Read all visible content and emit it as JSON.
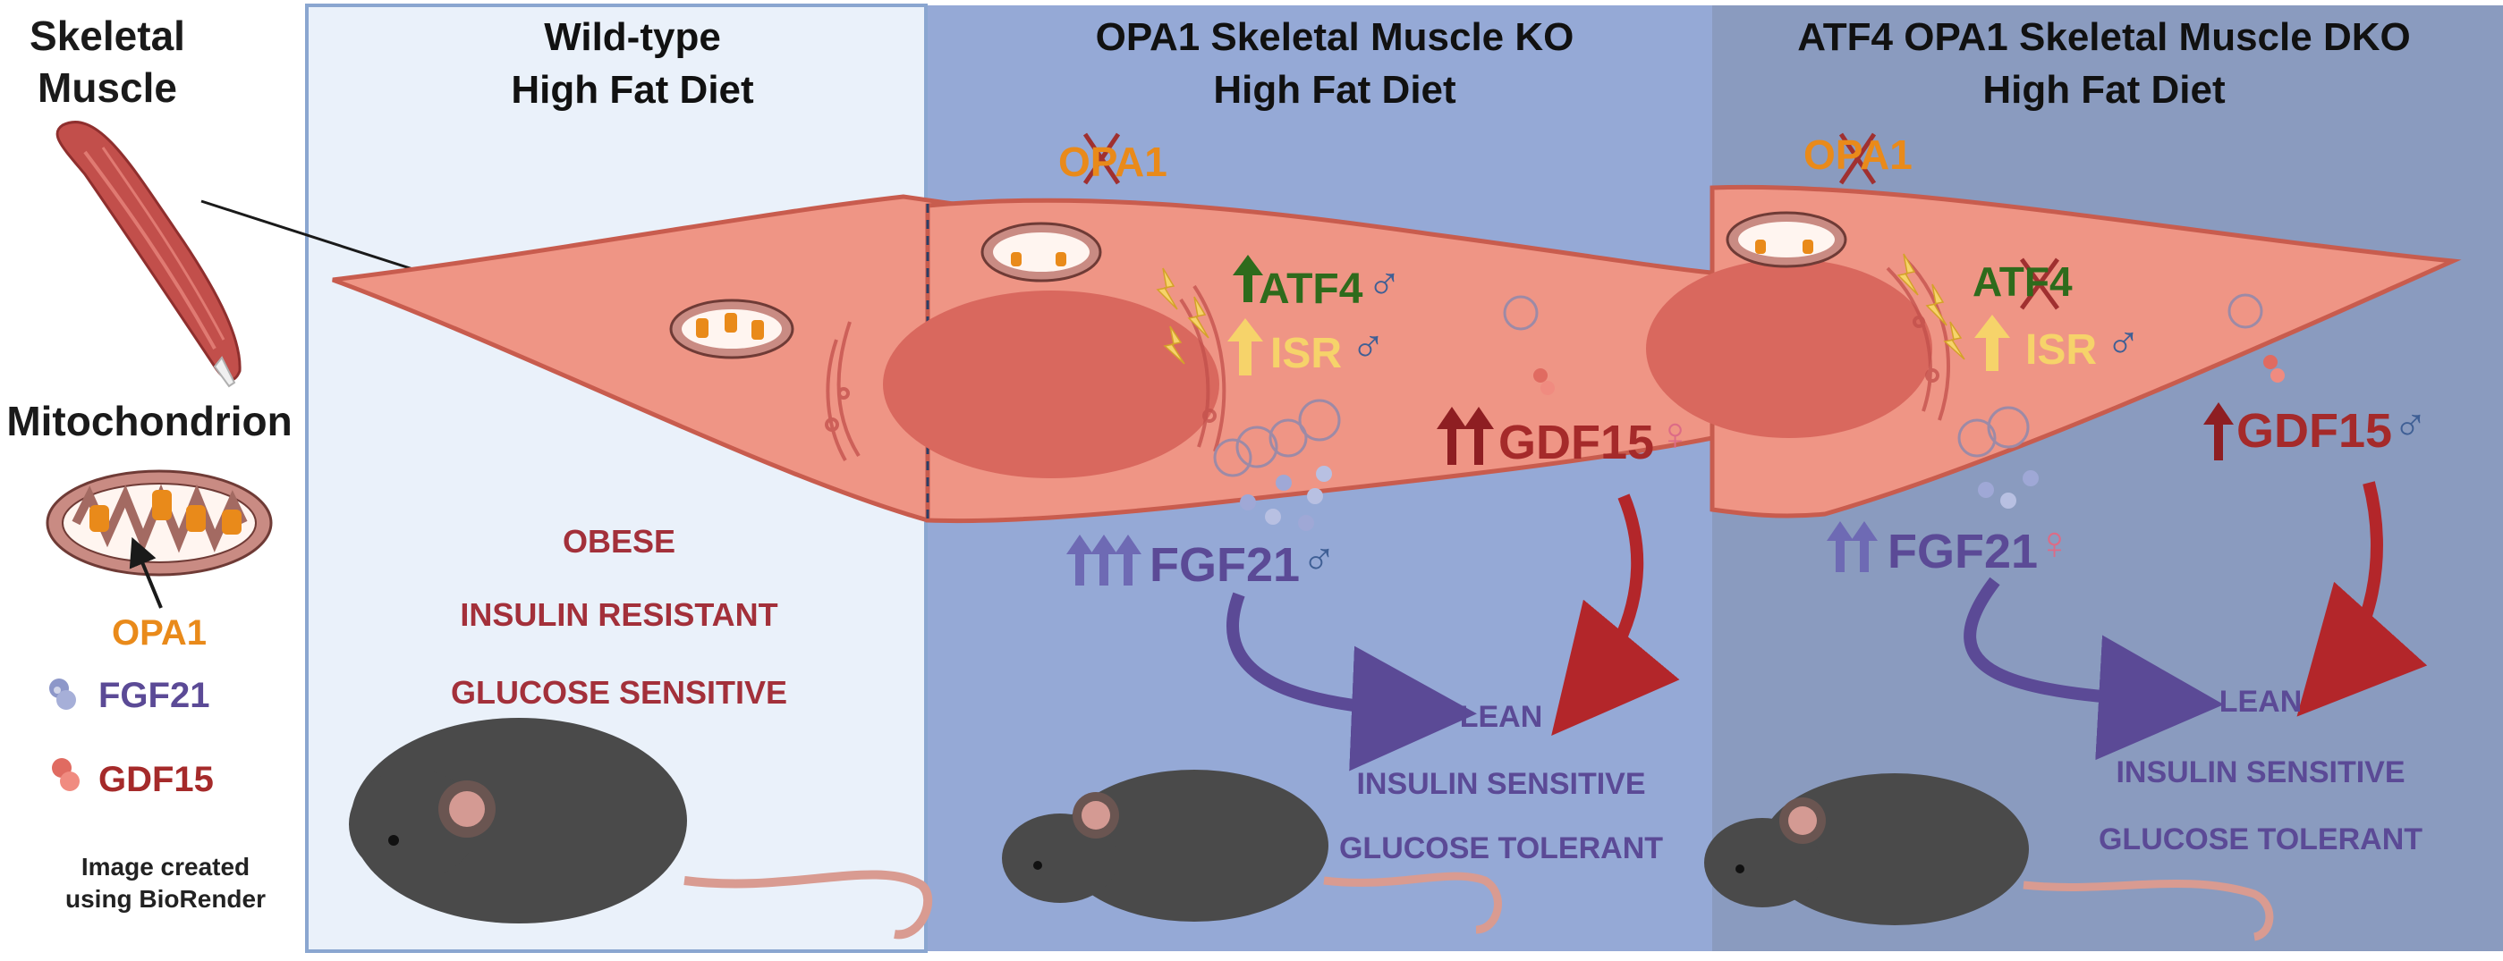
{
  "legend": {
    "skeletal_muscle": "Skeletal\nMuscle",
    "mitochondrion": "Mitochondrion",
    "opa1": "OPA1",
    "fgf21": "FGF21",
    "gdf15": "GDF15",
    "credit": "Image created\nusing BioRender"
  },
  "panels": [
    {
      "title": "Wild-type\nHigh Fat Diet",
      "outcomes": [
        "OBESE",
        "INSULIN RESISTANT",
        "GLUCOSE SENSITIVE"
      ]
    },
    {
      "title": "OPA1 Skeletal Muscle KO\nHigh Fat Diet",
      "opa1": "OPA1",
      "atf4": "ATF4",
      "isr": "ISR",
      "gdf15": "GDF15",
      "fgf21": "FGF21",
      "outcomes": [
        "LEAN",
        "INSULIN SENSITIVE",
        "GLUCOSE TOLERANT"
      ]
    },
    {
      "title": "ATF4 OPA1 Skeletal Muscle DKO\nHigh Fat Diet",
      "opa1": "OPA1",
      "atf4": "ATF4",
      "isr": "ISR",
      "gdf15": "GDF15",
      "fgf21": "FGF21",
      "outcomes": [
        "LEAN",
        "INSULIN SENSITIVE",
        "GLUCOSE TOLERANT"
      ]
    }
  ],
  "symbols": {
    "male": "♂",
    "female": "♀"
  },
  "colors": {
    "panel1_bg": "#eaf1fa",
    "panel2_bg": "#95a9d6",
    "panel3_bg": "#8a9bbf",
    "muscle_cell": "#ef9585",
    "nucleus": "#d9685e",
    "opa1_orange": "#e98a1a",
    "atf4_green": "#2e6b1c",
    "isr_yellow": "#f6d36a",
    "gdf15_red": "#a52a2a",
    "fgf21_purple": "#5b4a96"
  }
}
